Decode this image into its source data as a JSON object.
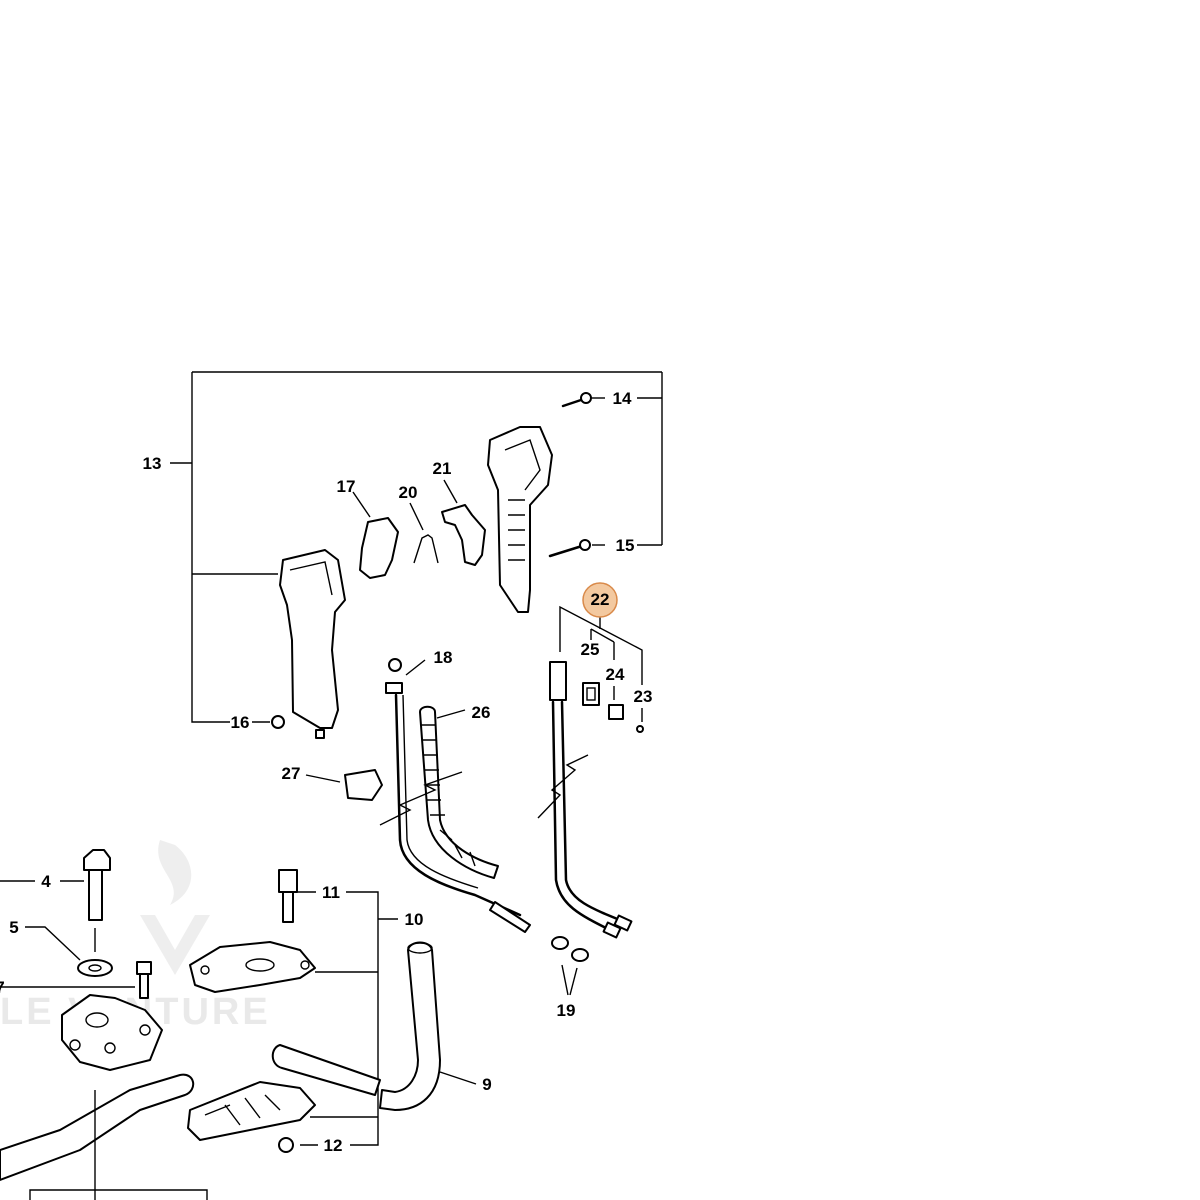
{
  "labels": {
    "p4": "4",
    "p5": "5",
    "p7": "7",
    "p9": "9",
    "p10": "10",
    "p11": "11",
    "p12": "12",
    "p13": "13",
    "p14": "14",
    "p15": "15",
    "p16": "16",
    "p17": "17",
    "p18": "18",
    "p19": "19",
    "p20": "20",
    "p21": "21",
    "p22": "22",
    "p23": "23",
    "p24": "24",
    "p25": "25",
    "p26": "26",
    "p27": "27"
  },
  "watermark": "LE VENTURE",
  "colors": {
    "highlight_fill": "#f3c9a0",
    "highlight_stroke": "#d98a4a",
    "ink": "#000000"
  },
  "highlighted_part": "22"
}
